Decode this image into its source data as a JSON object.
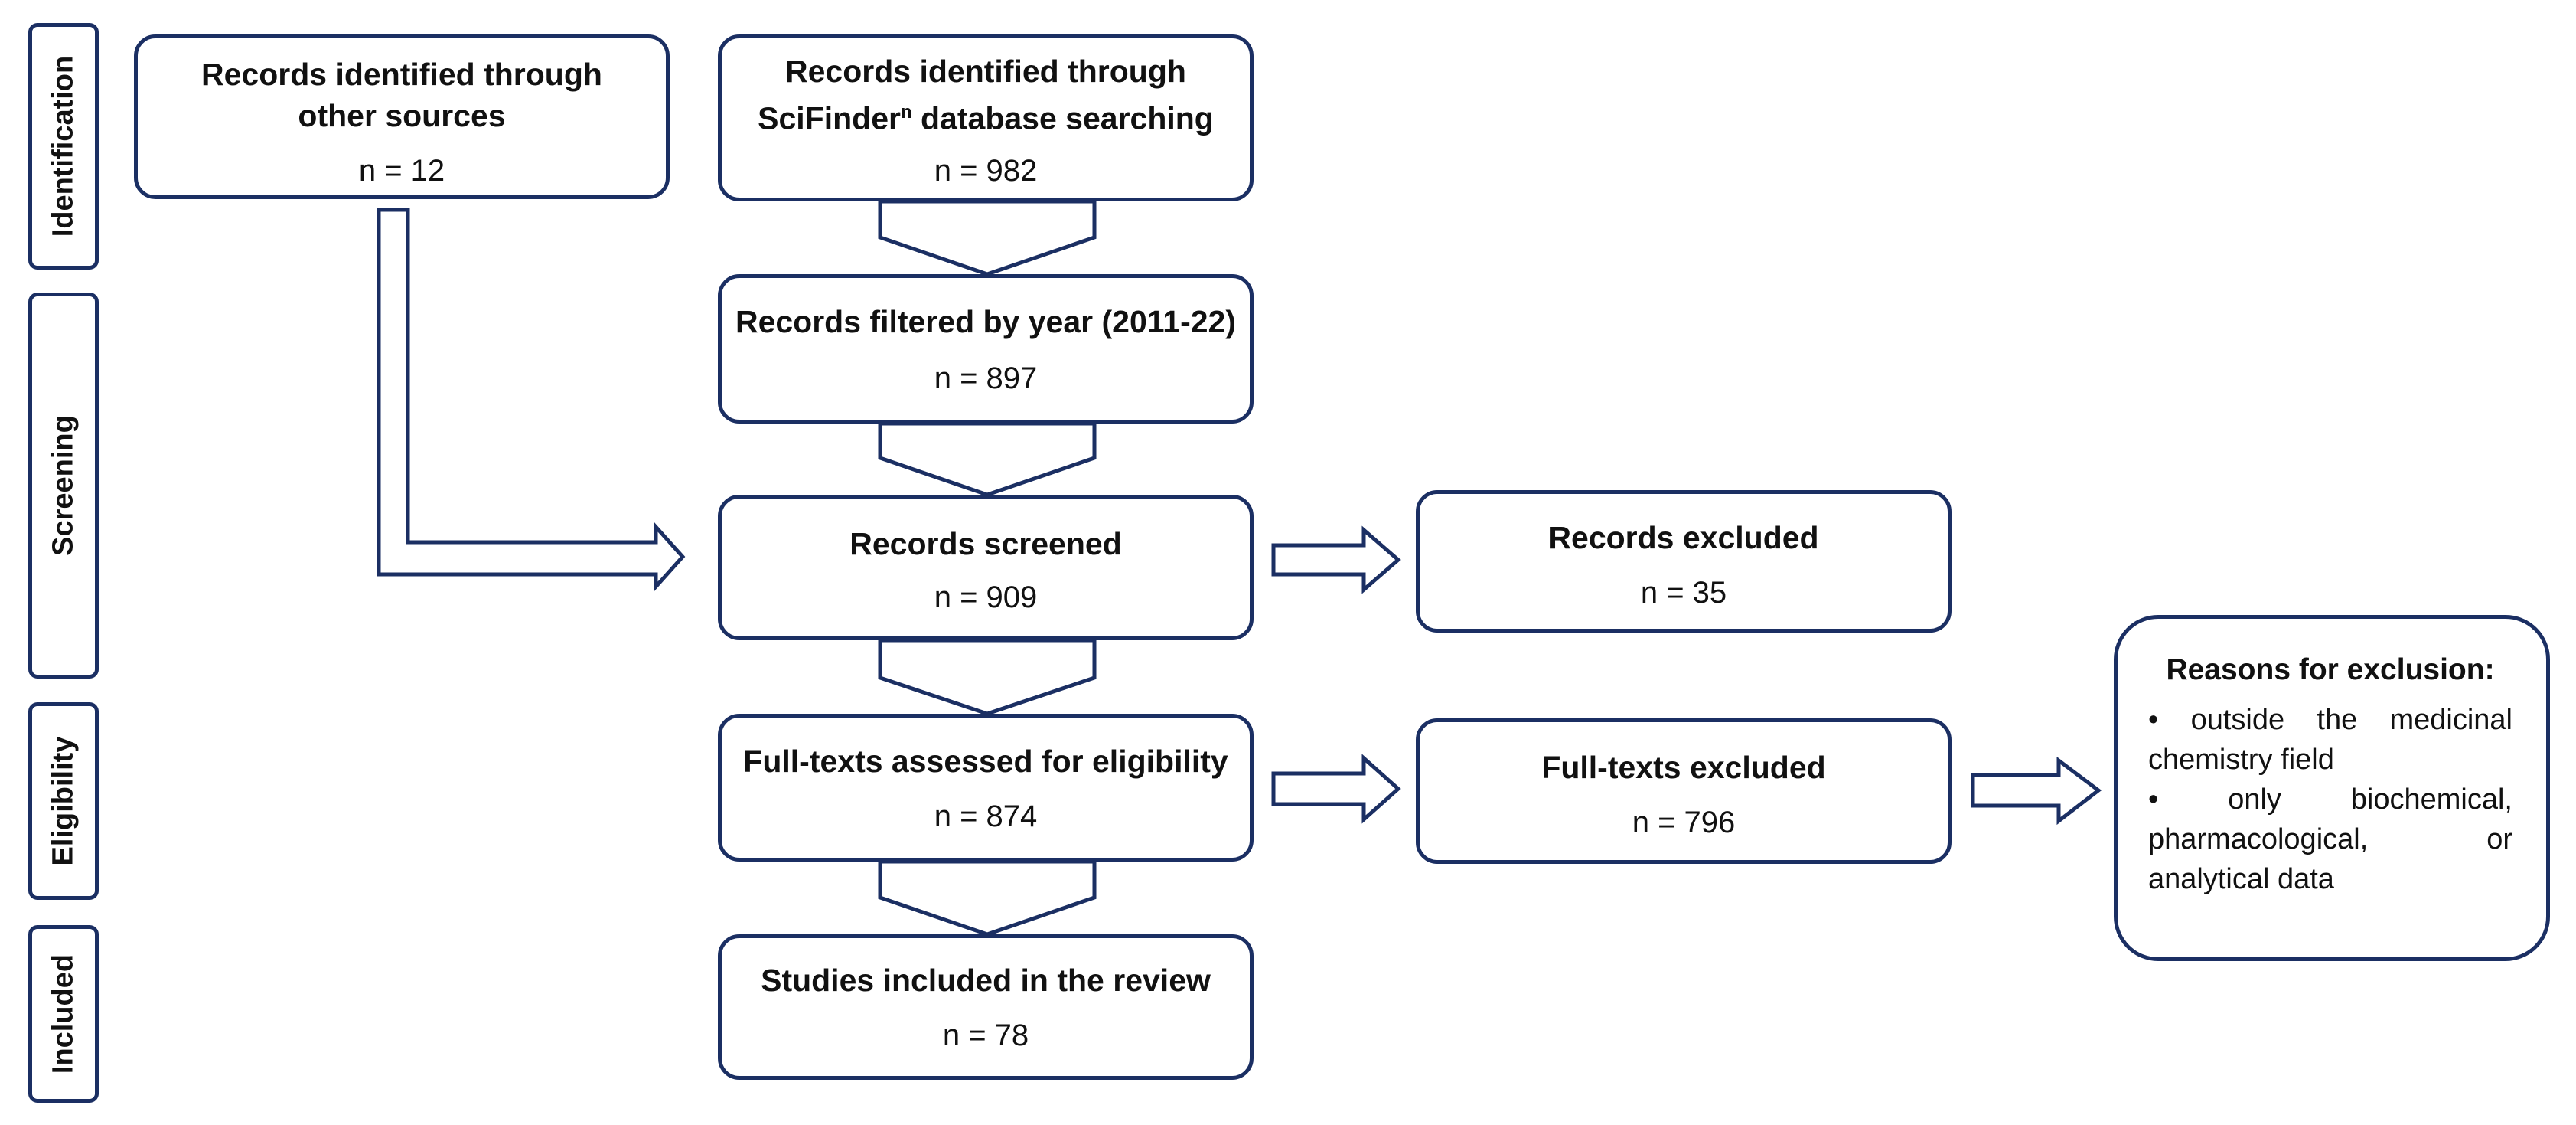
{
  "phases": {
    "identification": "Identification",
    "screening": "Screening",
    "eligibility": "Eligibility",
    "included": "Included"
  },
  "boxes": {
    "other_sources": {
      "title_line1": "Records identified through",
      "title_line2": "other sources",
      "count": "n = 12"
    },
    "scifinder": {
      "title_line1": "Records identified through",
      "title_line2_a": "SciFinder",
      "title_line2_sup": "n",
      "title_line2_b": " database searching",
      "count": "n = 982"
    },
    "filtered": {
      "title": "Records filtered by year (2011-22)",
      "count": "n = 897"
    },
    "screened": {
      "title": "Records screened",
      "count": "n = 909"
    },
    "excluded": {
      "title": "Records excluded",
      "count": "n = 35"
    },
    "fulltexts_assessed": {
      "title": "Full-texts assessed for eligibility",
      "count": "n = 874"
    },
    "fulltexts_excluded": {
      "title": "Full-texts excluded",
      "count": "n = 796"
    },
    "included": {
      "title": "Studies included in the review",
      "count": "n = 78"
    }
  },
  "reasons": {
    "title": "Reasons for exclusion:",
    "item1_line1": "• outside the medicinal",
    "item1_line2": "chemistry field",
    "item2_line1": "• only biochemical,",
    "item2_line2": "pharmacological, or",
    "item2_line3": "analytical data"
  },
  "colors": {
    "border": "#1b2f63",
    "text": "#111111",
    "background": "#ffffff"
  }
}
